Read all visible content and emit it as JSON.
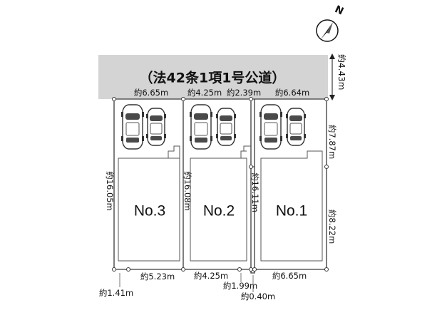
{
  "road": {
    "label": "（法42条1項1号公道）",
    "width_label": "約4.43m"
  },
  "compass": {
    "north_letter": "N",
    "icon": "north-arrow-icon"
  },
  "lots": [
    {
      "label": "No.3"
    },
    {
      "label": "No.2"
    },
    {
      "label": "No.1"
    }
  ],
  "dimensions": {
    "top": [
      "約6.65m",
      "約4.25m",
      "約2.39m",
      "約6.64m"
    ],
    "left_side": [
      "約16.05m",
      "約16.08m",
      "約16.11m"
    ],
    "right_side": [
      "約7.87m",
      "約8.22m"
    ],
    "bottom": [
      "約5.23m",
      "約4.25m",
      "約6.65m",
      "約1.41m",
      "約1.99m",
      "約0.40m"
    ]
  },
  "colors": {
    "road": "#d4d4d4",
    "line": "#3a3a3a",
    "vertex": "#ffffff"
  }
}
